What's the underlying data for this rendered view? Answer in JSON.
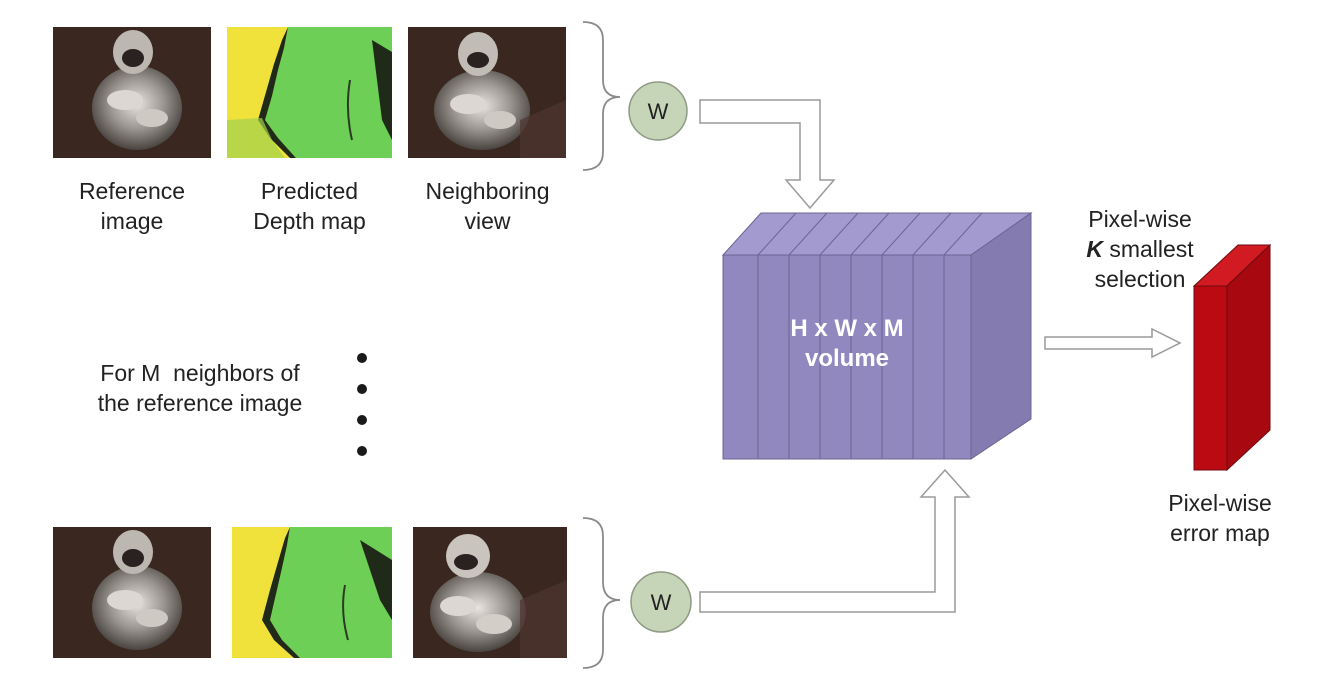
{
  "top_row": {
    "reference_label": "Reference\nimage",
    "depth_label": "Predicted\nDepth map",
    "neighbor_label": "Neighboring\nview"
  },
  "warp_symbol": "W",
  "neighbors_caption": "For M  neighbors of\nthe reference image",
  "volume": {
    "line1": "H x W x M",
    "line2": "volume",
    "front_color": "#9188c0",
    "side_color": "#847bb0",
    "top_color": "#a39bd0",
    "slice_count": 8
  },
  "selection": {
    "line1": "Pixel-wise",
    "k_symbol": "K",
    "line2_rest": " smallest",
    "line3": "selection"
  },
  "error_map": {
    "label": "Pixel-wise\nerror map",
    "color": "#bb0a12"
  },
  "colors": {
    "photo_background": "#3a2820",
    "depth_yellow": "#f0e23a",
    "depth_green": "#6dcf55",
    "circle_fill": "#c6d5b8",
    "arrow_fill": "#ffffff",
    "arrow_stroke": "#9a9a9a",
    "dots": "#1a1a1a"
  }
}
